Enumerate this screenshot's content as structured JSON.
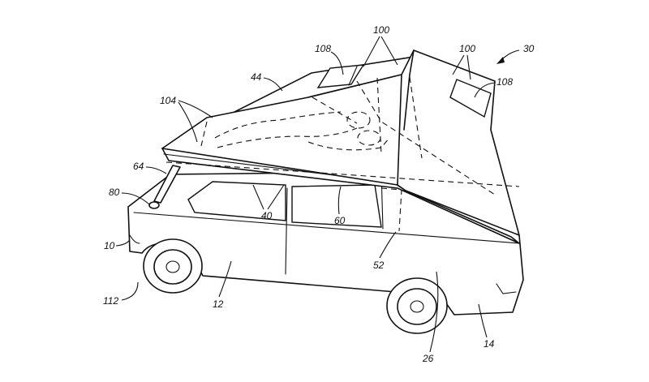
{
  "reference_numerals": {
    "r30": "30",
    "r100_left": "100",
    "r100_right": "100",
    "r108_left": "108",
    "r108_right": "108",
    "r44": "44",
    "r104": "104",
    "r64": "64",
    "r80": "80",
    "r40": "40",
    "r60": "60",
    "r52": "52",
    "r10": "10",
    "r112": "112",
    "r12": "12",
    "r26": "26",
    "r14": "14"
  }
}
